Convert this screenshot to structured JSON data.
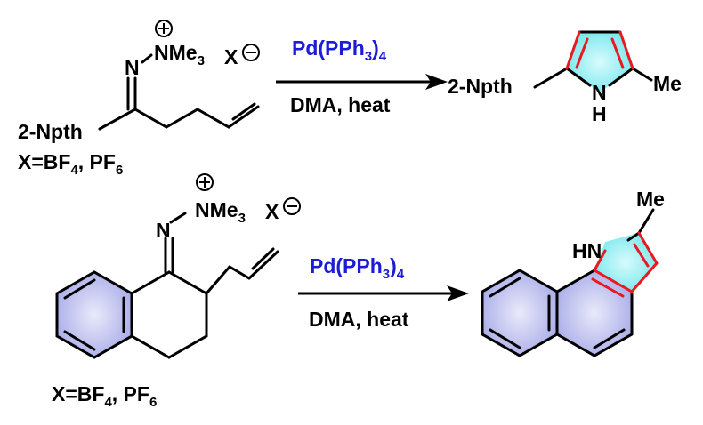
{
  "reaction1": {
    "reactant": {
      "cation_group": "NMe",
      "cation_sub": "3",
      "counterion": "X",
      "imine_n": "N",
      "aryl": "2-Npth",
      "salt_prefix": "X=BF",
      "salt_sub1": "4",
      "salt_mid": ", PF",
      "salt_sub2": "6"
    },
    "reagent": {
      "main": "Pd(PPh",
      "sub1": "3",
      "close": ")",
      "sub2": "4"
    },
    "conditions": "DMA, heat",
    "product": {
      "aryl": "2-Npth",
      "substituent": "Me",
      "nh_n": "N",
      "nh_h": "H"
    }
  },
  "reaction2": {
    "reactant": {
      "cation_group": "NMe",
      "cation_sub": "3",
      "counterion": "X",
      "imine_n": "N",
      "salt_prefix": "X=BF",
      "salt_sub1": "4",
      "salt_mid": ", PF",
      "salt_sub2": "6"
    },
    "reagent": {
      "main": "Pd(PPh",
      "sub1": "3",
      "close": ")",
      "sub2": "4"
    },
    "conditions": "DMA, heat",
    "product": {
      "nh": "HN",
      "substituent": "Me"
    }
  },
  "colors": {
    "bond": "#000000",
    "reagent_text": "#1c1cd6",
    "new_bond": "#e8191f",
    "ring_fill_pyrrole": "#86eef2",
    "ring_fill_aromatic": "#b3b6ea"
  }
}
